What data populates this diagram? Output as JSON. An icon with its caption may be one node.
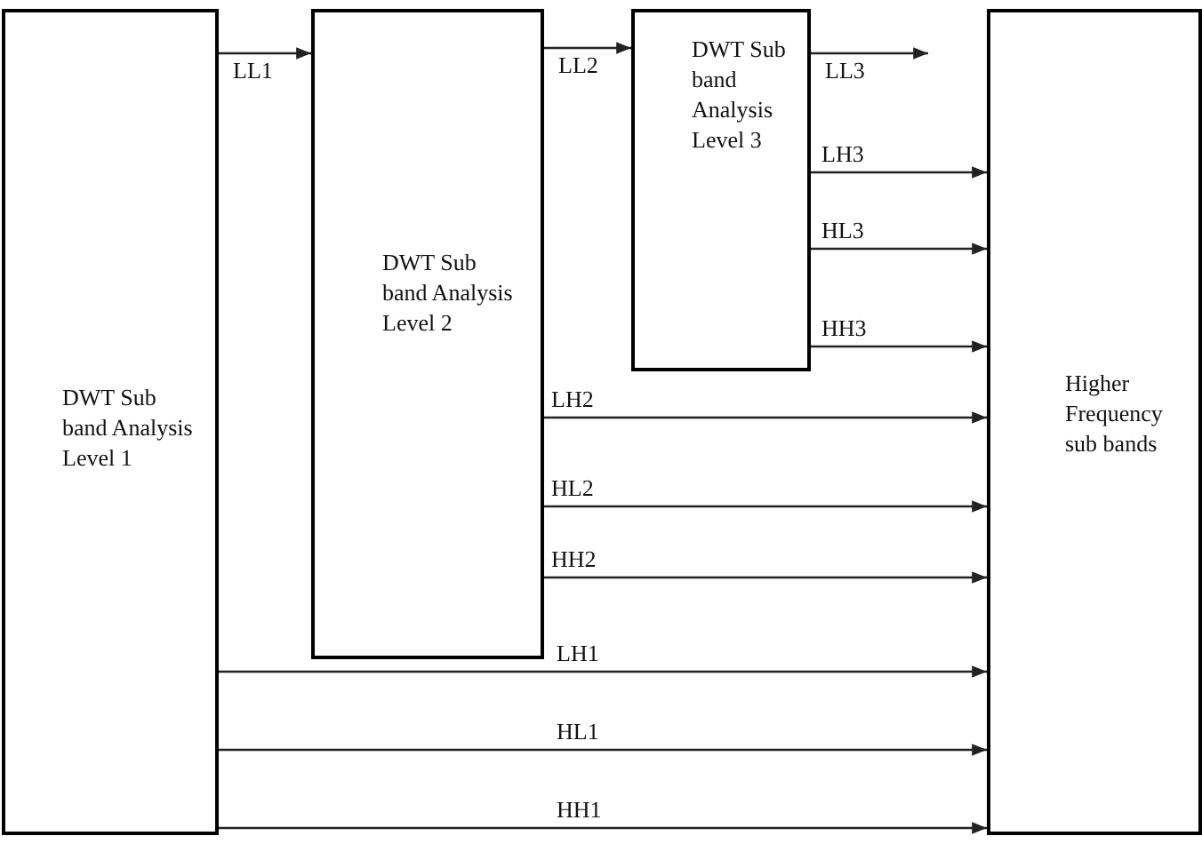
{
  "diagram": {
    "nodes": [
      {
        "text": [
          "DWT Sub band Analysis Level 1"
        ]
      },
      {
        "text": [
          "DWT Sub band Analysis Level 2"
        ]
      },
      {
        "text": [
          "DWT Sub band Analysis Level 3"
        ]
      },
      {
        "text": [
          "Higher Frequency sub bands"
        ]
      }
    ],
    "edges": [
      {
        "from": 0,
        "to": 1,
        "arrow": "to",
        "label": "LL1"
      },
      {
        "from": 1,
        "to": 2,
        "arrow": "to",
        "label": "LL2"
      },
      {
        "from": 2,
        "to": null,
        "arrow": "to",
        "label": "LL3"
      },
      {
        "from": 2,
        "to": 3,
        "arrow": "to",
        "label": "LH3"
      },
      {
        "from": 2,
        "to": 3,
        "arrow": "to",
        "label": "HL3"
      },
      {
        "from": 2,
        "to": 3,
        "arrow": "to",
        "label": "HH3"
      },
      {
        "from": 1,
        "to": 3,
        "arrow": "to",
        "label": "LH2"
      },
      {
        "from": 1,
        "to": 3,
        "arrow": "to",
        "label": "HL2"
      },
      {
        "from": 1,
        "to": 3,
        "arrow": "to",
        "label": "HH2"
      },
      {
        "from": 0,
        "to": 3,
        "arrow": "to",
        "label": "LH1"
      },
      {
        "from": 0,
        "to": 3,
        "arrow": "to",
        "label": "HL1"
      },
      {
        "from": 0,
        "to": 3,
        "arrow": "to",
        "label": "HH1"
      }
    ]
  }
}
